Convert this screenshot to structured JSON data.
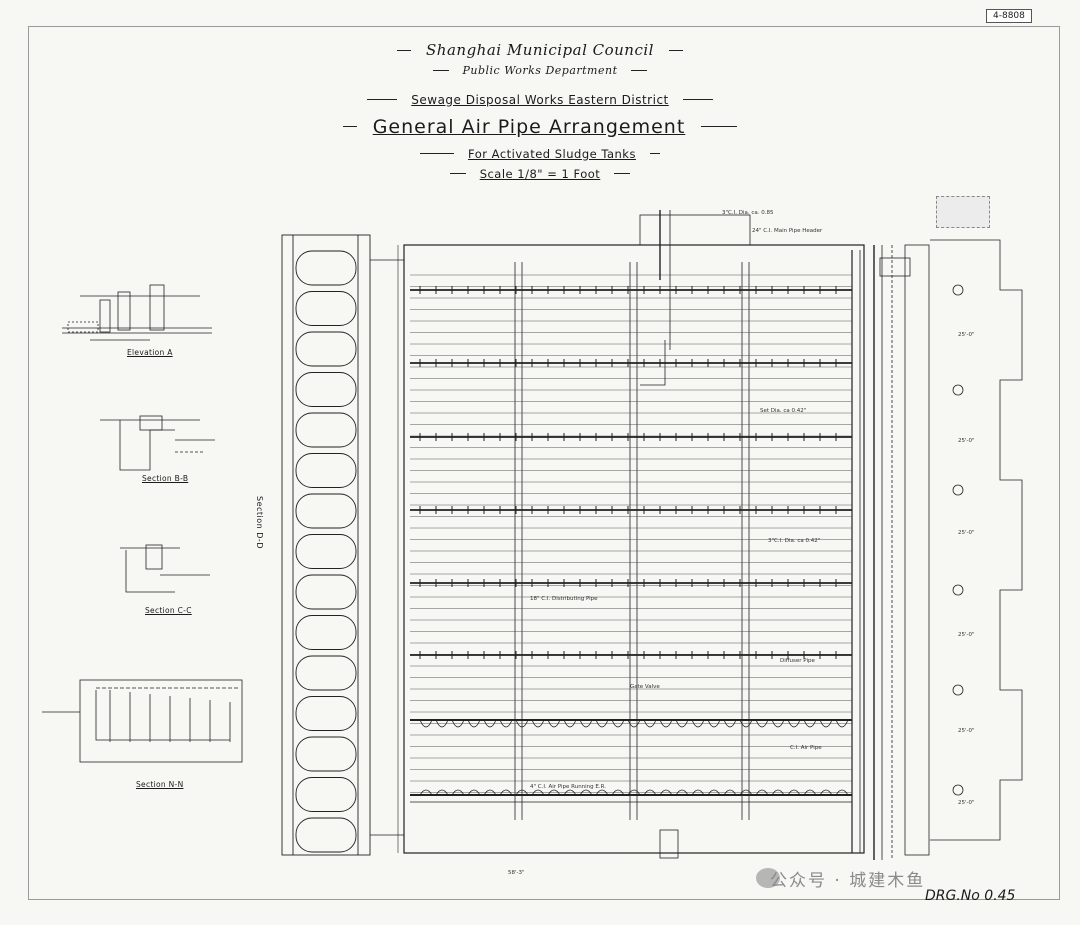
{
  "title_block": {
    "council": "Shanghai Municipal Council",
    "department": "Public Works Department",
    "works": "Sewage Disposal Works Eastern District",
    "title": "General Air Pipe Arrangement",
    "subtitle": "For Activated Sludge Tanks",
    "scale": "Scale 1/8\" = 1 Foot"
  },
  "drawing_number": "DRG.No 0.45",
  "reference_number": "4-8808",
  "watermark": "公众号 · 城建木鱼",
  "sections": {
    "elevation_a": "Elevation A",
    "section_bb": "Section B-B",
    "section_cc": "Section C-C",
    "section_dd": "Section D-D",
    "section_nn": "Section N-N"
  },
  "annotations": [
    "3\"C.I. Dia. ca. 0.85",
    "24\" C.I. Main Pipe Header",
    "Set Dia. ca 0.42\"",
    "3\"C.I. Dia. ca 0.42\"",
    "18\" C.I. Distributing Pipe",
    "4\" C.I. Air Pipe Running E.R.",
    "Diffuser Pipe",
    "C.I. Air Pipe",
    "58'-3\"",
    "Gate Valve"
  ],
  "dimensions": [
    "25'-0\"",
    "25'-0\"",
    "25'-0\"",
    "25'-0\"",
    "25'-0\"",
    "25'-0\""
  ]
}
